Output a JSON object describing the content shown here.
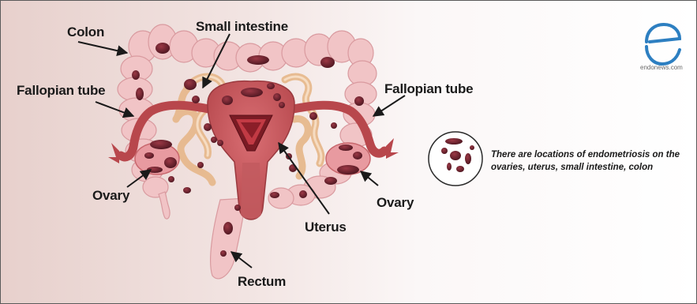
{
  "labels": {
    "colon": "Colon",
    "small_intestine": "Small intestine",
    "fallopian_tube_left": "Fallopian tube",
    "fallopian_tube_right": "Fallopian tube",
    "ovary_left": "Ovary",
    "ovary_right": "Ovary",
    "uterus": "Uterus",
    "rectum": "Rectum"
  },
  "caption": "There are locations of endometriosis on the ovaries, uterus, small intestine, colon",
  "logo": {
    "text": "endonews.com",
    "icon": "endonews-e-logo-icon",
    "color": "#2d7fc1"
  },
  "colors": {
    "tissue": "#b8474c",
    "tissue_light": "#e9a3a3",
    "colon": "#f1c4c6",
    "intestine": "#f0c9a0",
    "lesion": "#6b2230"
  }
}
